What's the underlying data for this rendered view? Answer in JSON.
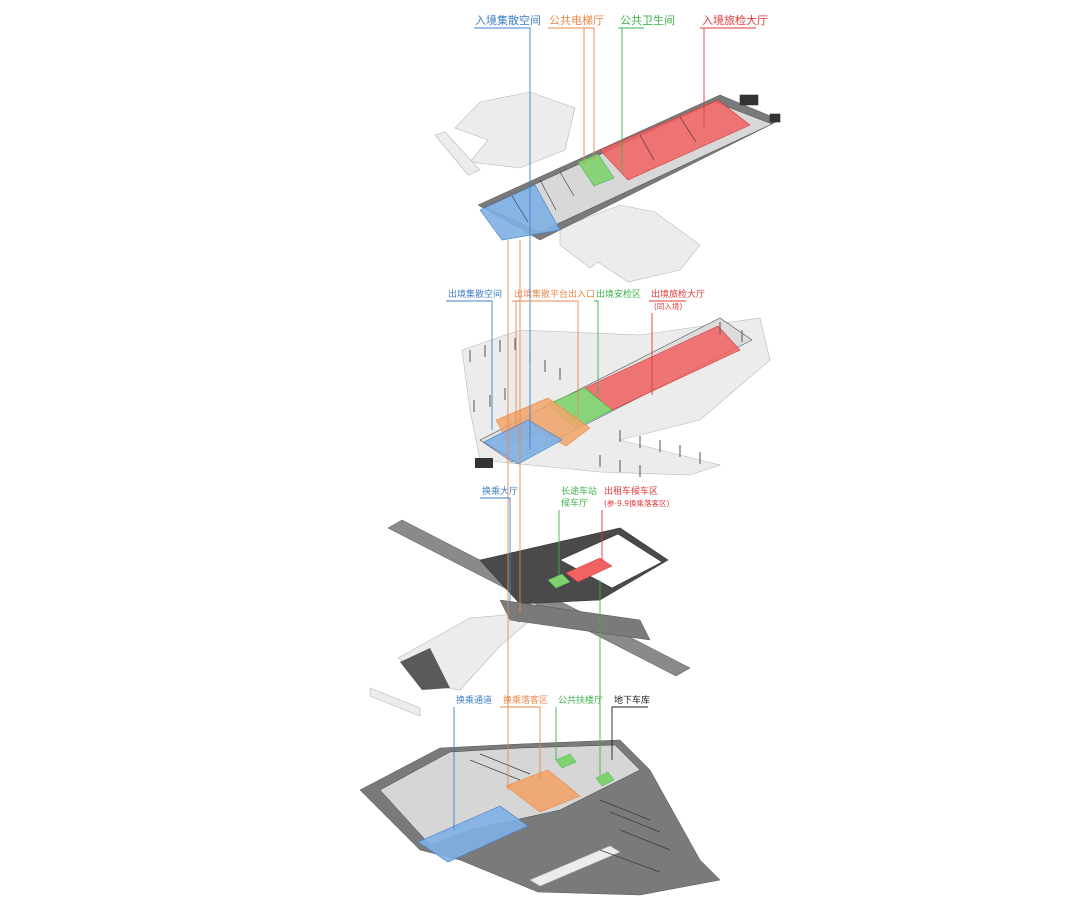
{
  "colors": {
    "blue": "#3f7fc8",
    "orange": "#e8884a",
    "green": "#3fb34f",
    "red": "#e03a3a",
    "black": "#222222",
    "blue_fill": "#7fb0e6",
    "red_fill": "#f26262",
    "green_fill": "#7fd36e",
    "orange_fill": "#f2a46a"
  },
  "level1": {
    "labels": {
      "arrival_gathering": "入境集散空间",
      "public_elevator": "公共电梯厅",
      "public_toilet": "公共卫生间",
      "arrival_inspection": "入境旅检大厅"
    }
  },
  "level2": {
    "labels": {
      "departure_gathering": "出境集散空间",
      "departure_platform": "出境集散平台出入口",
      "departure_security": "出境安检区",
      "departure_inspection": "出境旅检大厅",
      "departure_inspection_sub": "(同入境)"
    }
  },
  "level3": {
    "labels": {
      "transfer_hall": "换乘大厅",
      "bus_station": "长途车站",
      "bus_station_sub": "候车厅",
      "parking_zone": "出租车候车区",
      "parking_zone_sub": "(参-9.9换乘落客区)"
    }
  },
  "level4": {
    "labels": {
      "transfer_passage": "换乘通道",
      "transfer_dropoff": "换乘落客区",
      "public_stair_hall": "公共扶楼厅",
      "underground_garage": "地下车库"
    }
  }
}
